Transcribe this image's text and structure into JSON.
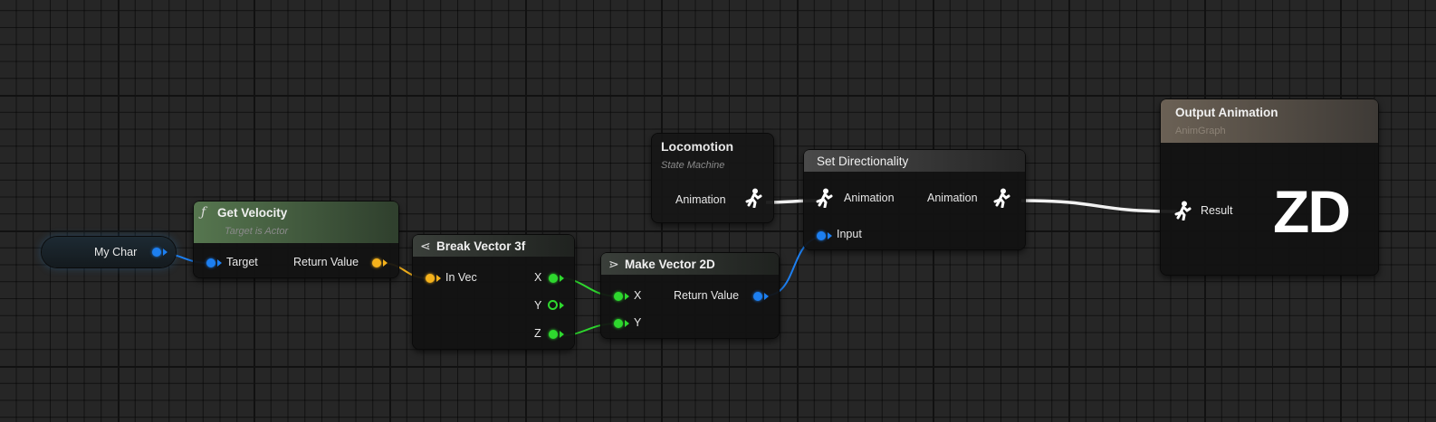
{
  "graph": {
    "variable_node": {
      "label": "My Char"
    },
    "get_velocity": {
      "title": "Get Velocity",
      "subtitle": "Target is Actor",
      "input": "Target",
      "output": "Return Value"
    },
    "break_vector": {
      "title": "Break Vector 3f",
      "input": "In Vec",
      "outputs": [
        "X",
        "Y",
        "Z"
      ]
    },
    "make_vector": {
      "title": "Make Vector 2D",
      "inputs": [
        "X",
        "Y"
      ],
      "output": "Return Value"
    },
    "locomotion": {
      "title": "Locomotion",
      "subtitle": "State Machine",
      "output": "Animation"
    },
    "set_directionality": {
      "title": "Set Directionality",
      "inputs": [
        "Animation",
        "Input"
      ],
      "output": "Animation"
    },
    "output_animation": {
      "title": "Output Animation",
      "subtitle": "AnimGraph",
      "input": "Result",
      "logo": "ZD"
    }
  },
  "colors": {
    "struct_pin": "#1d7ff0",
    "vector_pin": "#f5b21c",
    "float_pin": "#2ed82e",
    "anim_wire": "#ffffff",
    "function_header": "#56764f",
    "pure_header": "#3a3f3a",
    "output_header": "#6b6155"
  },
  "icons": [
    "function-icon",
    "break-struct-icon",
    "make-struct-icon",
    "animation-pose-icon"
  ]
}
